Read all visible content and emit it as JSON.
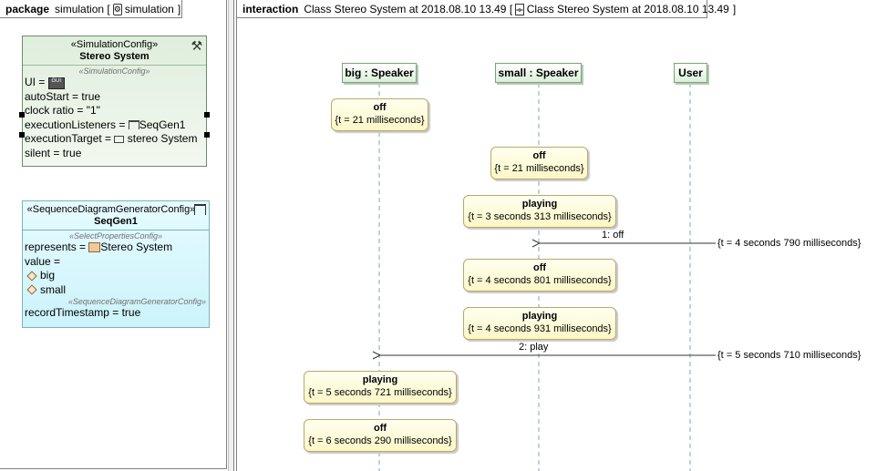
{
  "left_frame": {
    "kind": "package",
    "title": "simulation [",
    "icon": "gear-package-icon",
    "name": "simulation",
    "close": "]"
  },
  "right_frame": {
    "kind": "interaction",
    "title": "Class Stereo System at 2018.08.10 13.49 [",
    "icon": "sequence-diagram-icon",
    "name": "Class Stereo System at 2018.08.10 13.49",
    "close": "]"
  },
  "sim_config": {
    "stereotype": "«SimulationConfig»",
    "name": "Stereo System",
    "section": "«SimulationConfig»",
    "tool_icon": "hammer-wrench-icon",
    "props": {
      "ui_label": "UI =",
      "ui_icon": "gui-icon",
      "ui_icon_text": "GUI",
      "auto_start": "autoStart = true",
      "clock_ratio": "clock ratio = \"1\"",
      "exec_listeners_label": "executionListeners =",
      "exec_listeners_value": "SeqGen1",
      "exec_target_label": "executionTarget =",
      "exec_target_value": "stereo System",
      "silent": "silent = true"
    }
  },
  "seq_config": {
    "stereotype": "«SequenceDiagramGeneratorConfig»",
    "name": "SeqGen1",
    "section1": "«SelectPropertiesConfig»",
    "represents_label": "represents =",
    "represents_value": "Stereo System",
    "value_label": "value =",
    "values": [
      "big",
      "small"
    ],
    "section2": "«SequenceDiagramGeneratorConfig»",
    "record_timestamp": "recordTimestamp = true"
  },
  "lifelines": [
    {
      "name": "big : Speaker"
    },
    {
      "name": "small : Speaker"
    },
    {
      "name": "User"
    }
  ],
  "states": [
    {
      "lifeline": "big : Speaker",
      "name": "off",
      "time": "{t = 21 milliseconds}"
    },
    {
      "lifeline": "small : Speaker",
      "name": "off",
      "time": "{t = 21 milliseconds}"
    },
    {
      "lifeline": "small : Speaker",
      "name": "playing",
      "time": "{t = 3 seconds 313 milliseconds}"
    },
    {
      "lifeline": "small : Speaker",
      "name": "off",
      "time": "{t = 4 seconds 801 milliseconds}"
    },
    {
      "lifeline": "small : Speaker",
      "name": "playing",
      "time": "{t = 4 seconds 931 milliseconds}"
    },
    {
      "lifeline": "big : Speaker",
      "name": "playing",
      "time": "{t = 5 seconds 721 milliseconds}"
    },
    {
      "lifeline": "big : Speaker",
      "name": "off",
      "time": "{t = 6 seconds 290 milliseconds}"
    }
  ],
  "messages": [
    {
      "label": "1: off",
      "from": "User",
      "to": "small : Speaker",
      "timestamp": "{t = 4 seconds 790 milliseconds}"
    },
    {
      "label": "2: play",
      "from": "User",
      "to": "big : Speaker",
      "timestamp": "{t = 5 seconds 710 milliseconds}"
    }
  ]
}
